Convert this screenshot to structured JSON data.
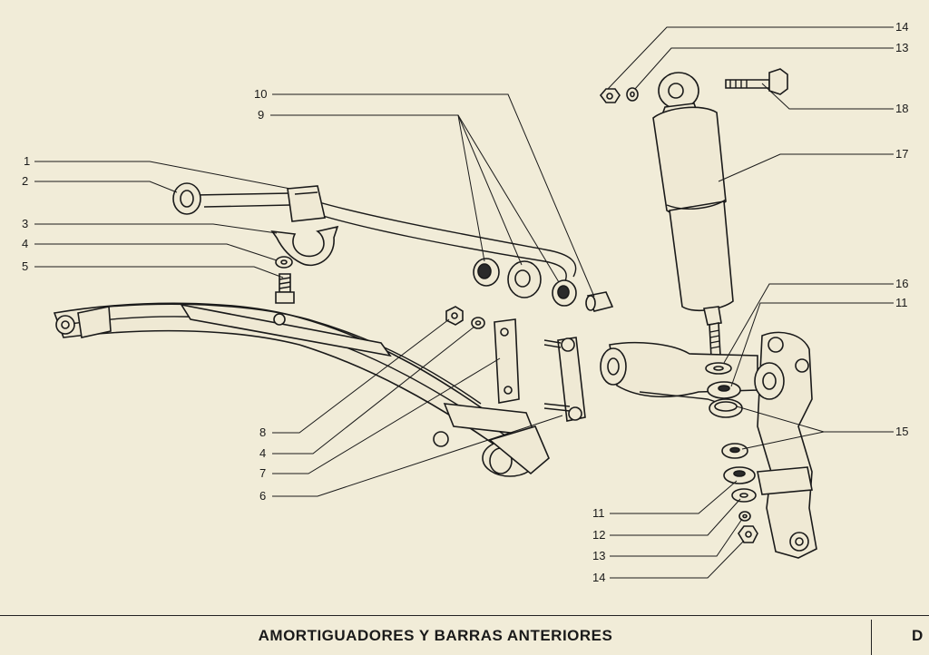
{
  "footer": {
    "title": "AMORTIGUADORES Y BARRAS ANTERIORES",
    "code": "D"
  },
  "callouts": {
    "c14a": "14",
    "c13a": "13",
    "c18": "18",
    "c17": "17",
    "c10": "10",
    "c9": "9",
    "c1": "1",
    "c2": "2",
    "c3": "3",
    "c4a": "4",
    "c5": "5",
    "c16": "16",
    "c11a": "11",
    "c15": "15",
    "c8": "8",
    "c4b": "4",
    "c7": "7",
    "c6": "6",
    "c11b": "11",
    "c12": "12",
    "c13b": "13",
    "c14b": "14"
  }
}
